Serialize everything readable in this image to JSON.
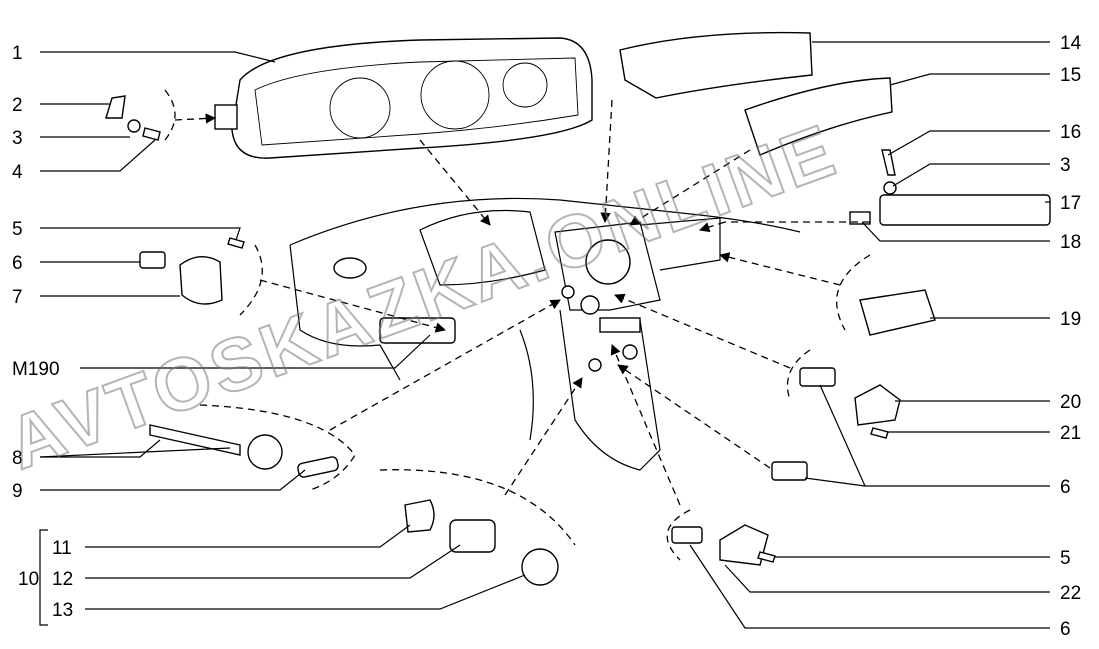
{
  "title": "Instrument panel parts diagram",
  "watermark": "AVTOSKAZKA.ONLINE",
  "left_callouts": [
    "1",
    "2",
    "3",
    "4",
    "5",
    "6",
    "7",
    "M190",
    "8",
    "9",
    "10",
    "11",
    "12",
    "13"
  ],
  "right_callouts": [
    "14",
    "15",
    "16",
    "3",
    "17",
    "18",
    "19",
    "20",
    "21",
    "6",
    "5",
    "22",
    "6"
  ]
}
